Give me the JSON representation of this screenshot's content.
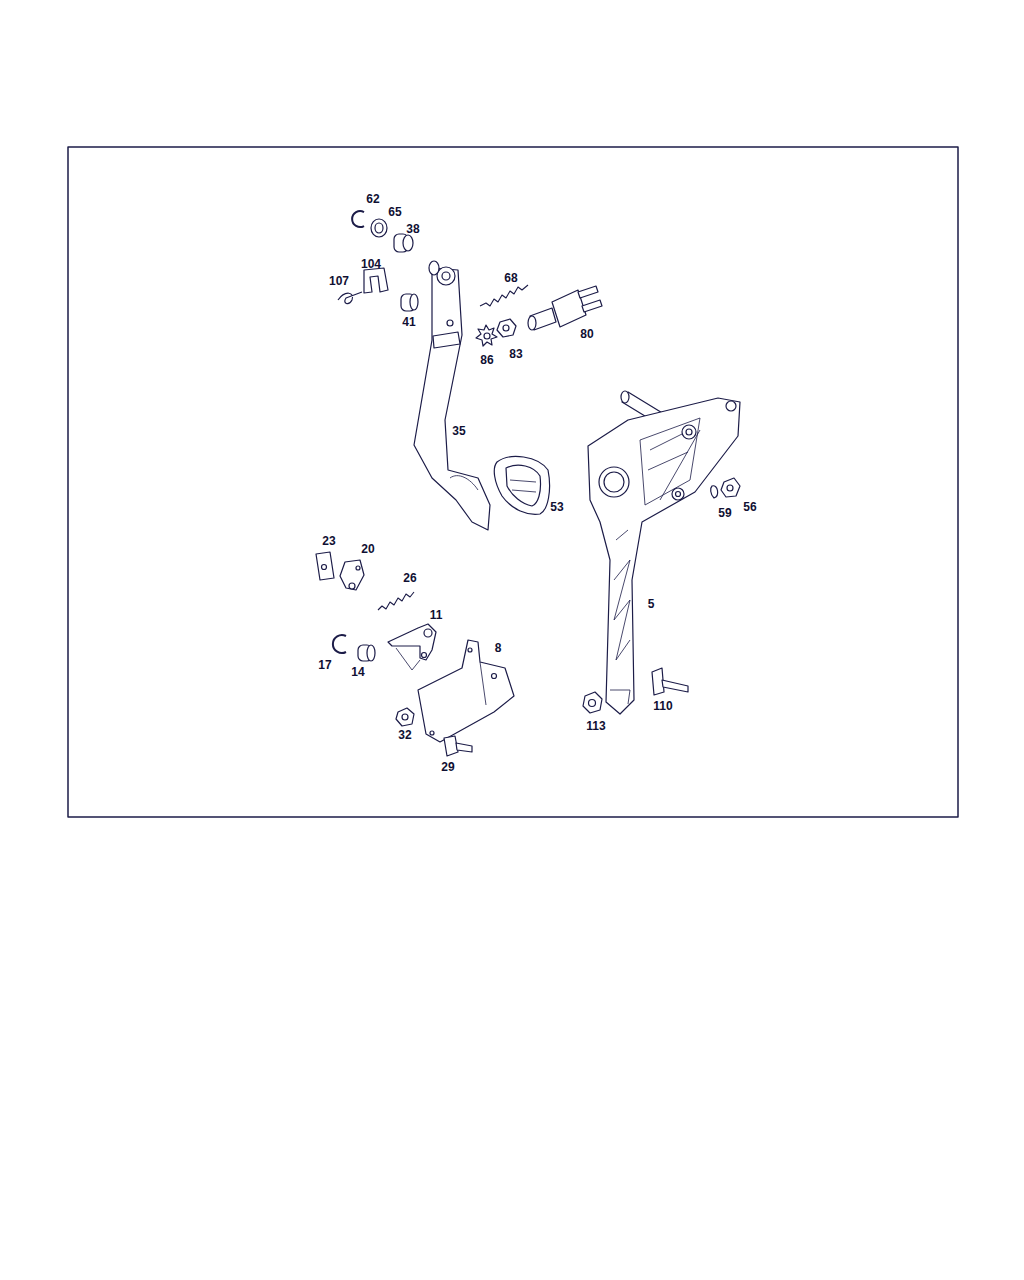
{
  "diagram": {
    "labels": [
      "62",
      "65",
      "38",
      "104",
      "107",
      "68",
      "41",
      "80",
      "86",
      "83",
      "35",
      "53",
      "5",
      "59",
      "56",
      "23",
      "20",
      "26",
      "11",
      "17",
      "14",
      "8",
      "113",
      "110",
      "32",
      "29"
    ]
  }
}
